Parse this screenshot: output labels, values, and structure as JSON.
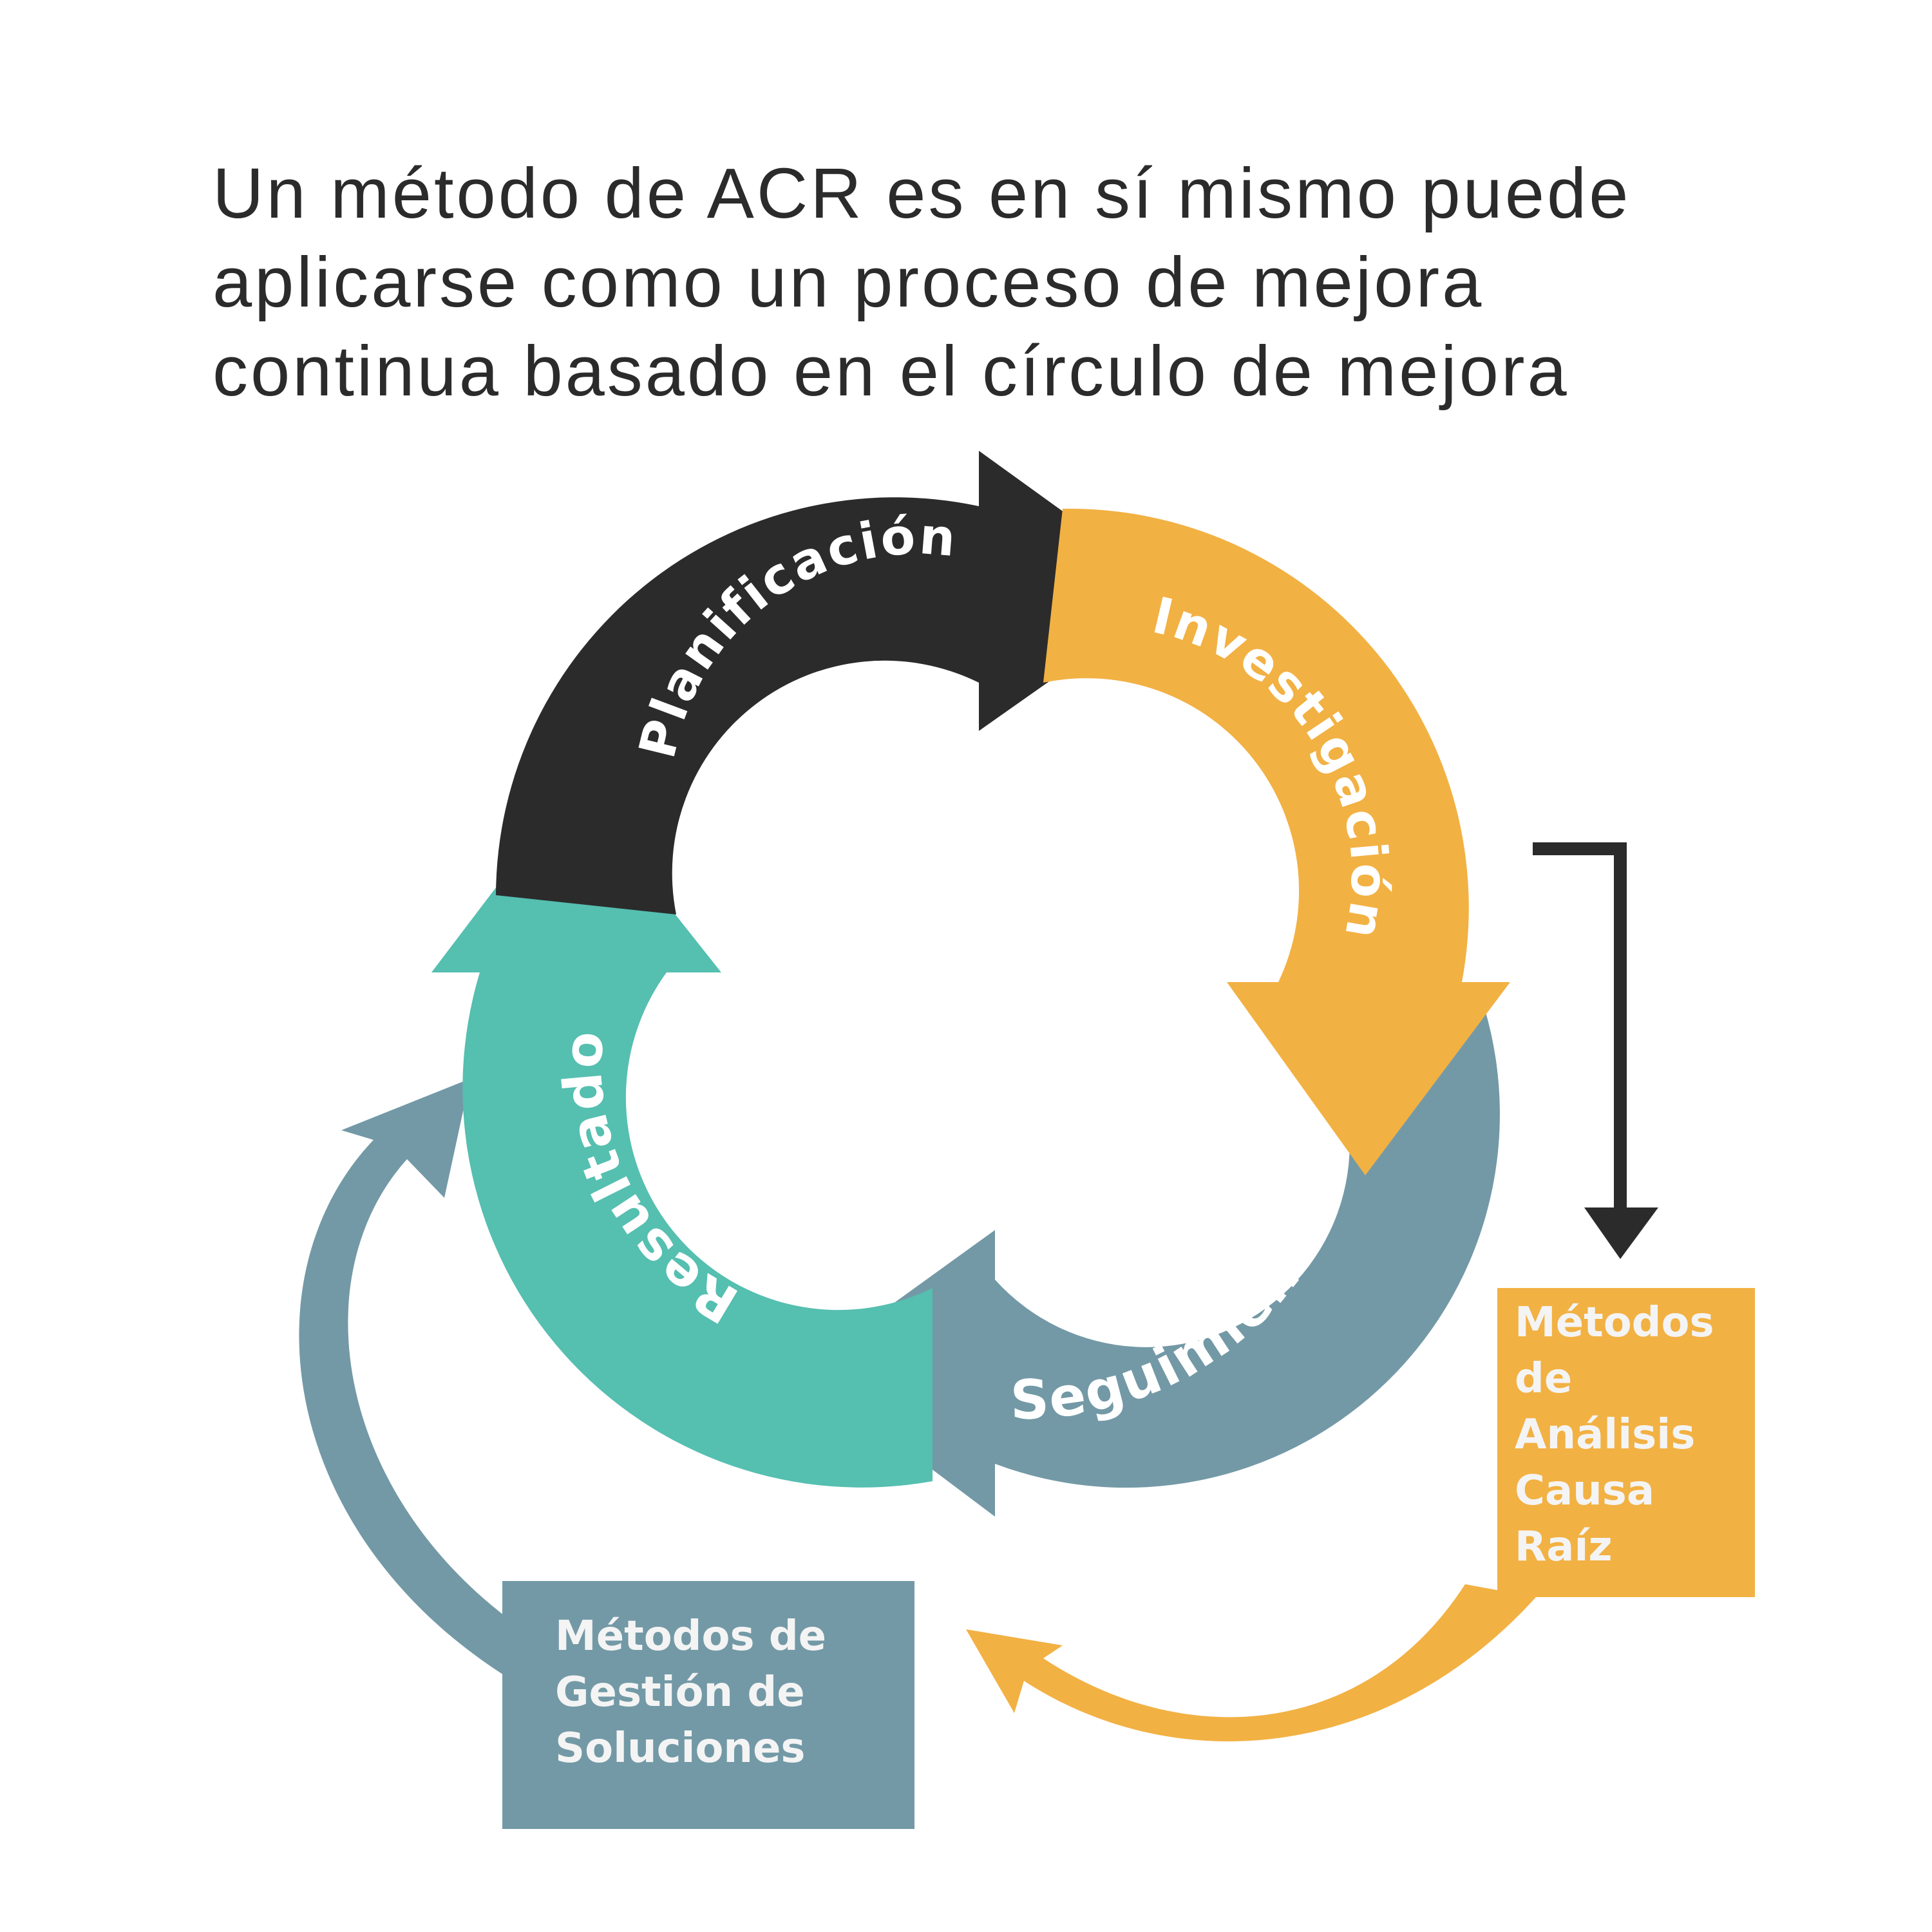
{
  "title": {
    "lines": [
      "Un método de ACR es en sí mismo puede",
      "aplicarse como un proceso de mejora",
      "continua basado en el círculo de mejora"
    ]
  },
  "cycle": {
    "stages": [
      {
        "label": "Planificación",
        "color": "#2b2b2c"
      },
      {
        "label": "Investigación",
        "color": "#f2b143"
      },
      {
        "label": "Seguimiento",
        "color": "#7399a6"
      },
      {
        "label": "Resultado",
        "color": "#55bfb0"
      }
    ]
  },
  "boxes": {
    "analysis": {
      "lines": [
        "Métodos",
        "de",
        "Análisis",
        "Causa",
        "Raíz"
      ],
      "color": "#f2b143"
    },
    "solutions": {
      "lines": [
        "Métodos de",
        "Gestión de",
        "Soluciones"
      ],
      "color": "#7399a6"
    }
  },
  "colors": {
    "connector": "#2b2b2c",
    "background": "#ffffff"
  }
}
